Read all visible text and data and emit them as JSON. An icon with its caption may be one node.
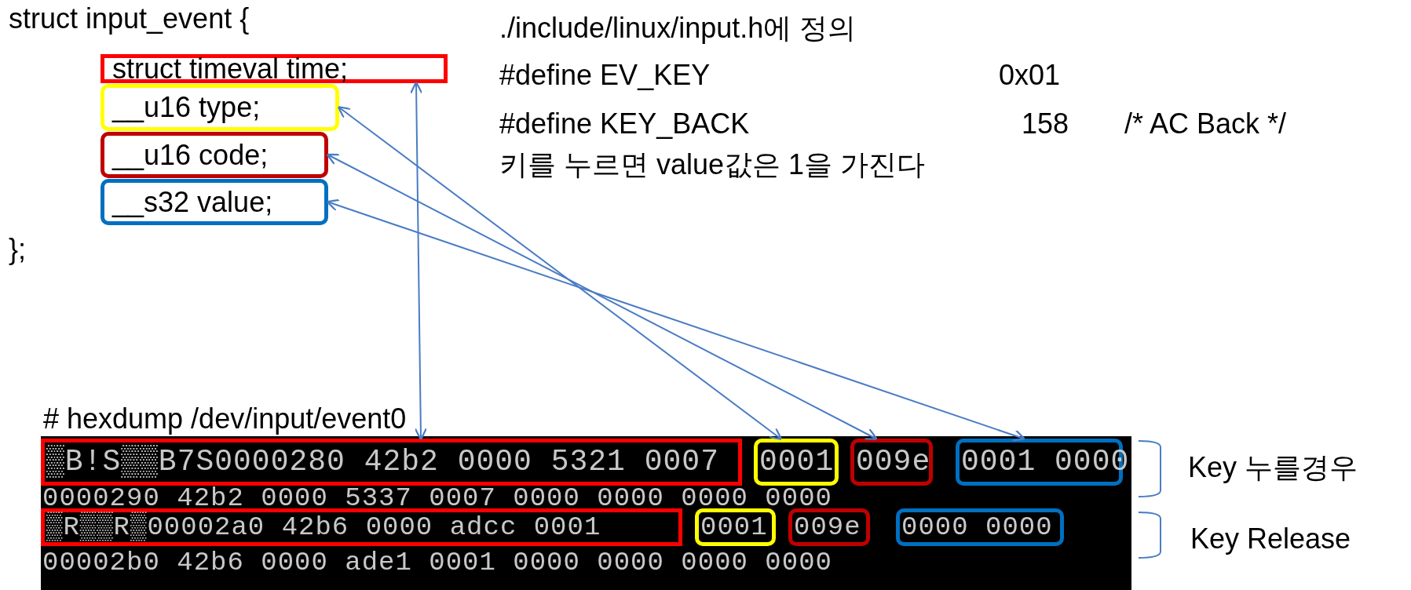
{
  "diagram": {
    "nodes": [
      {
        "text": [
          "struct timeval time;"
        ]
      },
      {
        "text": [
          "__u16 type;"
        ]
      },
      {
        "text": [
          "__u16 code;"
        ]
      },
      {
        "text": [
          "__s32 value;"
        ]
      },
      {
        "text": [
          "▒B!S▒▒B7S0000280 42b2 0000 5321 0007"
        ]
      },
      {
        "text": [
          "0001"
        ]
      },
      {
        "text": [
          "009e"
        ]
      },
      {
        "text": [
          "0001 0000"
        ]
      },
      {
        "text": [
          "▒R▒▒R▒00002a0 42b6 0000 adcc 0001"
        ]
      },
      {
        "text": [
          "0001"
        ]
      },
      {
        "text": [
          "009e"
        ]
      },
      {
        "text": [
          "0000 0000"
        ]
      }
    ],
    "edges": [
      {
        "from": 0,
        "to": 4,
        "arrow": "both"
      },
      {
        "from": 1,
        "to": 5,
        "arrow": "both"
      },
      {
        "from": 2,
        "to": 6,
        "arrow": "both"
      },
      {
        "from": 3,
        "to": 7,
        "arrow": "both"
      }
    ],
    "labels": [
      "struct input_event {",
      "};",
      "./include/linux/input.h에 정의",
      "#define EV_KEY",
      "0x01",
      "#define KEY_BACK",
      "158",
      "/* AC Back */",
      "키를 누르면 value값은 1을 가진다",
      "# hexdump /dev/input/event0",
      "0000290 42b2 0000 5337 0007 0000 0000 0000 0000",
      "Key 누를경우",
      "00002b0 42b6 0000 ade1 0001 0000 0000 0000 0000",
      "Key Release"
    ]
  }
}
